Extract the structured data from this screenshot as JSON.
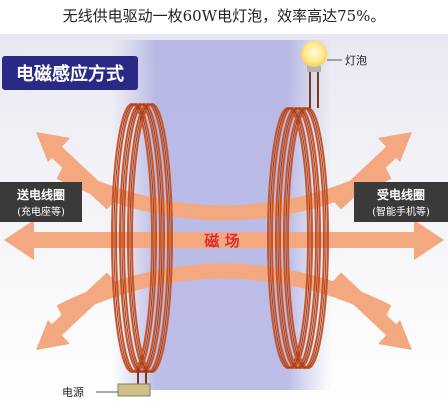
{
  "caption": "无线供电驱动一枚60W电灯泡，效率高达75%。",
  "title": "电磁感应方式",
  "field_label": "磁 场",
  "transmitter": {
    "label": "送电线圈",
    "sub": "(充电座等)"
  },
  "receiver": {
    "label": "受电线圈",
    "sub": "(智能手机等)"
  },
  "bulb_label": "灯泡",
  "power_label": "电源",
  "colors": {
    "arrow": "#f3a87f",
    "coil": "#c8552a",
    "title_bg": "#2a2a86",
    "tag_bg": "#3a3a3a",
    "field_text": "#d9322e"
  }
}
